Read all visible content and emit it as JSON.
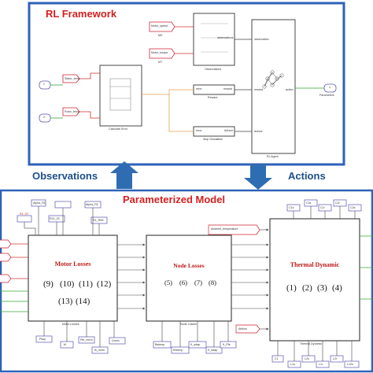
{
  "top_panel": {
    "title": "RL Framework",
    "inports": [
      {
        "num": "1",
        "tag": "Stator_temp"
      },
      {
        "num": "2",
        "tag": "Rotor_temp"
      }
    ],
    "goto_tags": [
      "Motor_speed",
      "Motor_torque"
    ],
    "goto_sublabels": [
      "MS",
      "MT"
    ],
    "calc_error_label": "Calculate Error",
    "observations_block": {
      "port": "observations",
      "label": "Observations"
    },
    "reward_block": {
      "ports": [
        "error",
        "reward"
      ],
      "label": "Reward"
    },
    "stop_block": {
      "ports": [
        "error",
        "isDone"
      ],
      "label": "Stop Simulation"
    },
    "agent_block": {
      "ports_in": [
        "observation",
        "reward",
        "isdone"
      ],
      "port_out": "action",
      "label": "RL Agent"
    },
    "outport": {
      "num": "1",
      "label": "Parameters"
    }
  },
  "arrows": {
    "observations": "Observations",
    "actions": "Actions"
  },
  "bottom_panel": {
    "title": "Parameterized Model",
    "motor_losses": {
      "title": "Motor Losses",
      "eq_row1": [
        "(9)",
        "(10)",
        "(11)",
        "(12)"
      ],
      "eq_row2": [
        "(13)",
        "(14)"
      ],
      "caption": "Motor Losses",
      "params_top": [
        "R1_20",
        "Alpha_R1",
        "R21_20",
        "Alpha_R2",
        "R1_RWI"
      ],
      "params_bottom": [
        "Psup",
        "kf",
        "Pfe_norm",
        "fs_norm",
        "Unom"
      ]
    },
    "node_losses": {
      "title": "Node Losses",
      "eq_row": [
        "(5)",
        "(6)",
        "(7)",
        "(8)"
      ],
      "caption": "Node Losses",
      "params_bottom": [
        "Bstemp",
        "Khtemp",
        "K_sdap",
        "K_sdap",
        "K_Pfe"
      ]
    },
    "thermal_dynamic": {
      "title": "Thermal Dynamic",
      "eq_row": [
        "(1)",
        "(2)",
        "(3)",
        "(4)"
      ],
      "caption": "Thermal Dynamic",
      "ambient_tag": "Ambient_temperature",
      "airflow_tag": "Airflow",
      "params_top": [
        "C1s",
        "C2s",
        "C1r",
        "C2r",
        "C2s"
      ],
      "params_bottom": [
        "C1",
        "L1s",
        "L2s",
        "L1r",
        "L2r",
        "L12s"
      ]
    }
  },
  "colors": {
    "frame_blue": "#2e62b8",
    "arrow_blue": "#2f6db3",
    "title_red": "#d42020",
    "label_blue": "#1f4e8c",
    "signal_orange": "#e8a050",
    "signal_green": "#38a838",
    "signal_red": "#d03030",
    "port_purple": "#5a54b0"
  }
}
